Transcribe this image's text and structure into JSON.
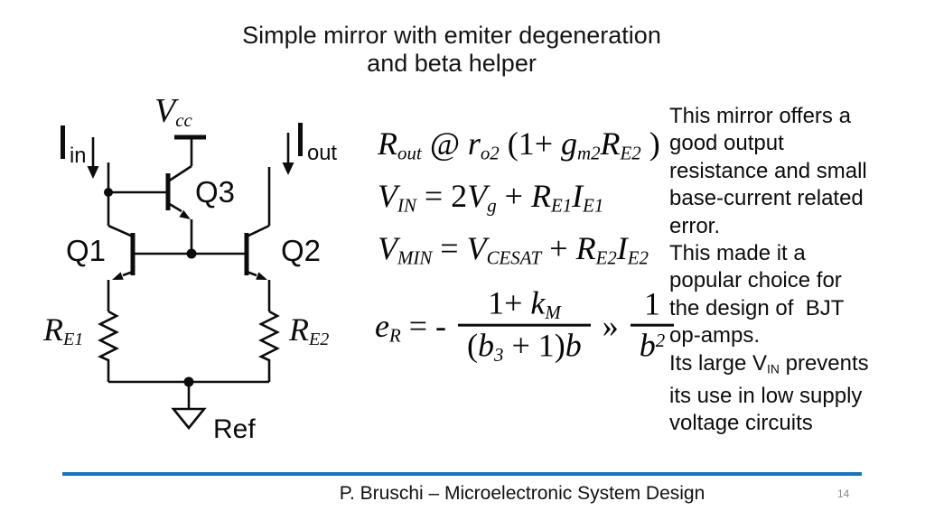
{
  "title": {
    "line1": "Simple mirror with emiter degeneration",
    "line2": "and beta helper"
  },
  "circuit": {
    "labels": {
      "vcc": [
        {
          "t": "V"
        },
        {
          "sub": "cc"
        }
      ],
      "iin": [
        {
          "t": "I"
        },
        {
          "sub": "in"
        }
      ],
      "iout": [
        {
          "t": "I"
        },
        {
          "sub": "out"
        }
      ],
      "q1": [
        {
          "t": "Q1"
        }
      ],
      "q2": [
        {
          "t": "Q2"
        }
      ],
      "q3": [
        {
          "t": "Q3"
        }
      ],
      "re1": [
        {
          "t": "R"
        },
        {
          "sub": "E1"
        }
      ],
      "re2": [
        {
          "t": "R"
        },
        {
          "sub": "E2"
        }
      ],
      "ref": [
        {
          "t": "Ref"
        }
      ]
    }
  },
  "equations": {
    "eq_rout": [
      {
        "t": "R"
      },
      {
        "sub": "out"
      },
      {
        "t": " @ "
      },
      {
        "t": "r"
      },
      {
        "sub": "o2"
      },
      {
        "r": " (1+ "
      },
      {
        "t": "g"
      },
      {
        "sub": "m2"
      },
      {
        "t": "R"
      },
      {
        "sub": "E2"
      },
      {
        "r": " )"
      }
    ],
    "eq_vin": [
      {
        "t": "V"
      },
      {
        "sub": "IN"
      },
      {
        "r": " = 2"
      },
      {
        "t": "V"
      },
      {
        "sub": "g"
      },
      {
        "r": " + "
      },
      {
        "t": "R"
      },
      {
        "sub": "E1"
      },
      {
        "t": "I"
      },
      {
        "sub": "E1"
      }
    ],
    "eq_vmin": [
      {
        "t": "V"
      },
      {
        "sub": "MIN"
      },
      {
        "r": " = "
      },
      {
        "t": "V"
      },
      {
        "sub": "CESAT"
      },
      {
        "r": " + "
      },
      {
        "t": "R"
      },
      {
        "sub": "E2"
      },
      {
        "t": "I"
      },
      {
        "sub": "E2"
      }
    ],
    "eq_error": [
      {
        "t": "e"
      },
      {
        "sub": "R"
      },
      {
        "r": " = - "
      },
      {
        "frac": {
          "num": [
            {
              "r": "1+ "
            },
            {
              "t": "k"
            },
            {
              "sub": "M"
            }
          ],
          "den": [
            {
              "r": "("
            },
            {
              "t": "b"
            },
            {
              "sub": "3"
            },
            {
              "r": " + 1)"
            },
            {
              "t": "b"
            }
          ]
        }
      },
      {
        "r": " » "
      },
      {
        "frac": {
          "num": [
            {
              "r": "1"
            }
          ],
          "den": [
            {
              "t": "b"
            },
            {
              "sup": "2"
            }
          ]
        }
      }
    ]
  },
  "notes": {
    "lines": [
      [
        {
          "t": "This mirror offers a"
        }
      ],
      [
        {
          "t": "good output"
        }
      ],
      [
        {
          "t": "resistance and small"
        }
      ],
      [
        {
          "t": "base-current related"
        }
      ],
      [
        {
          "t": "error."
        }
      ],
      [
        {
          "t": "This made it a"
        }
      ],
      [
        {
          "t": "popular choice for"
        }
      ],
      [
        {
          "t": "the design of  BJT"
        }
      ],
      [
        {
          "t": "op-amps."
        }
      ],
      [
        {
          "t": "Its large V"
        },
        {
          "sub": "IN"
        },
        {
          "t": " prevents"
        }
      ],
      [
        {
          "t": "its use in low supply"
        }
      ],
      [
        {
          "t": "voltage circuits"
        }
      ]
    ]
  },
  "footer": {
    "credit": "P. Bruschi – Microelectronic System Design",
    "page": "14"
  },
  "colors": {
    "ink": "#0c0c0c",
    "accent_rule": "#1B74B8",
    "page_number": "#8a8a8a"
  }
}
